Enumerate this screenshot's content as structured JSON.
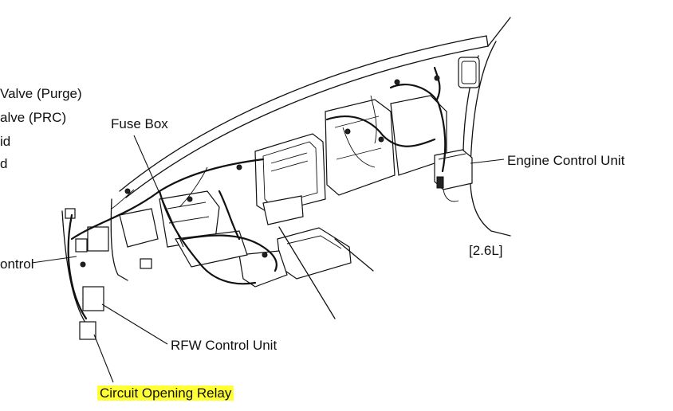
{
  "labels": {
    "valve_purge": "Valve (Purge)",
    "valve_prc": "alve (PRC)",
    "partial_id": "id",
    "partial_d": "d",
    "fuse_box": "Fuse Box",
    "engine_control_unit": "Engine Control Unit",
    "variant": "[2.6L]",
    "partial_control": "ontrol",
    "rfw_control_unit": "RFW Control Unit",
    "circuit_opening_relay": "Circuit Opening Relay"
  },
  "colors": {
    "highlight": "#ffff33",
    "ink": "#111111"
  }
}
